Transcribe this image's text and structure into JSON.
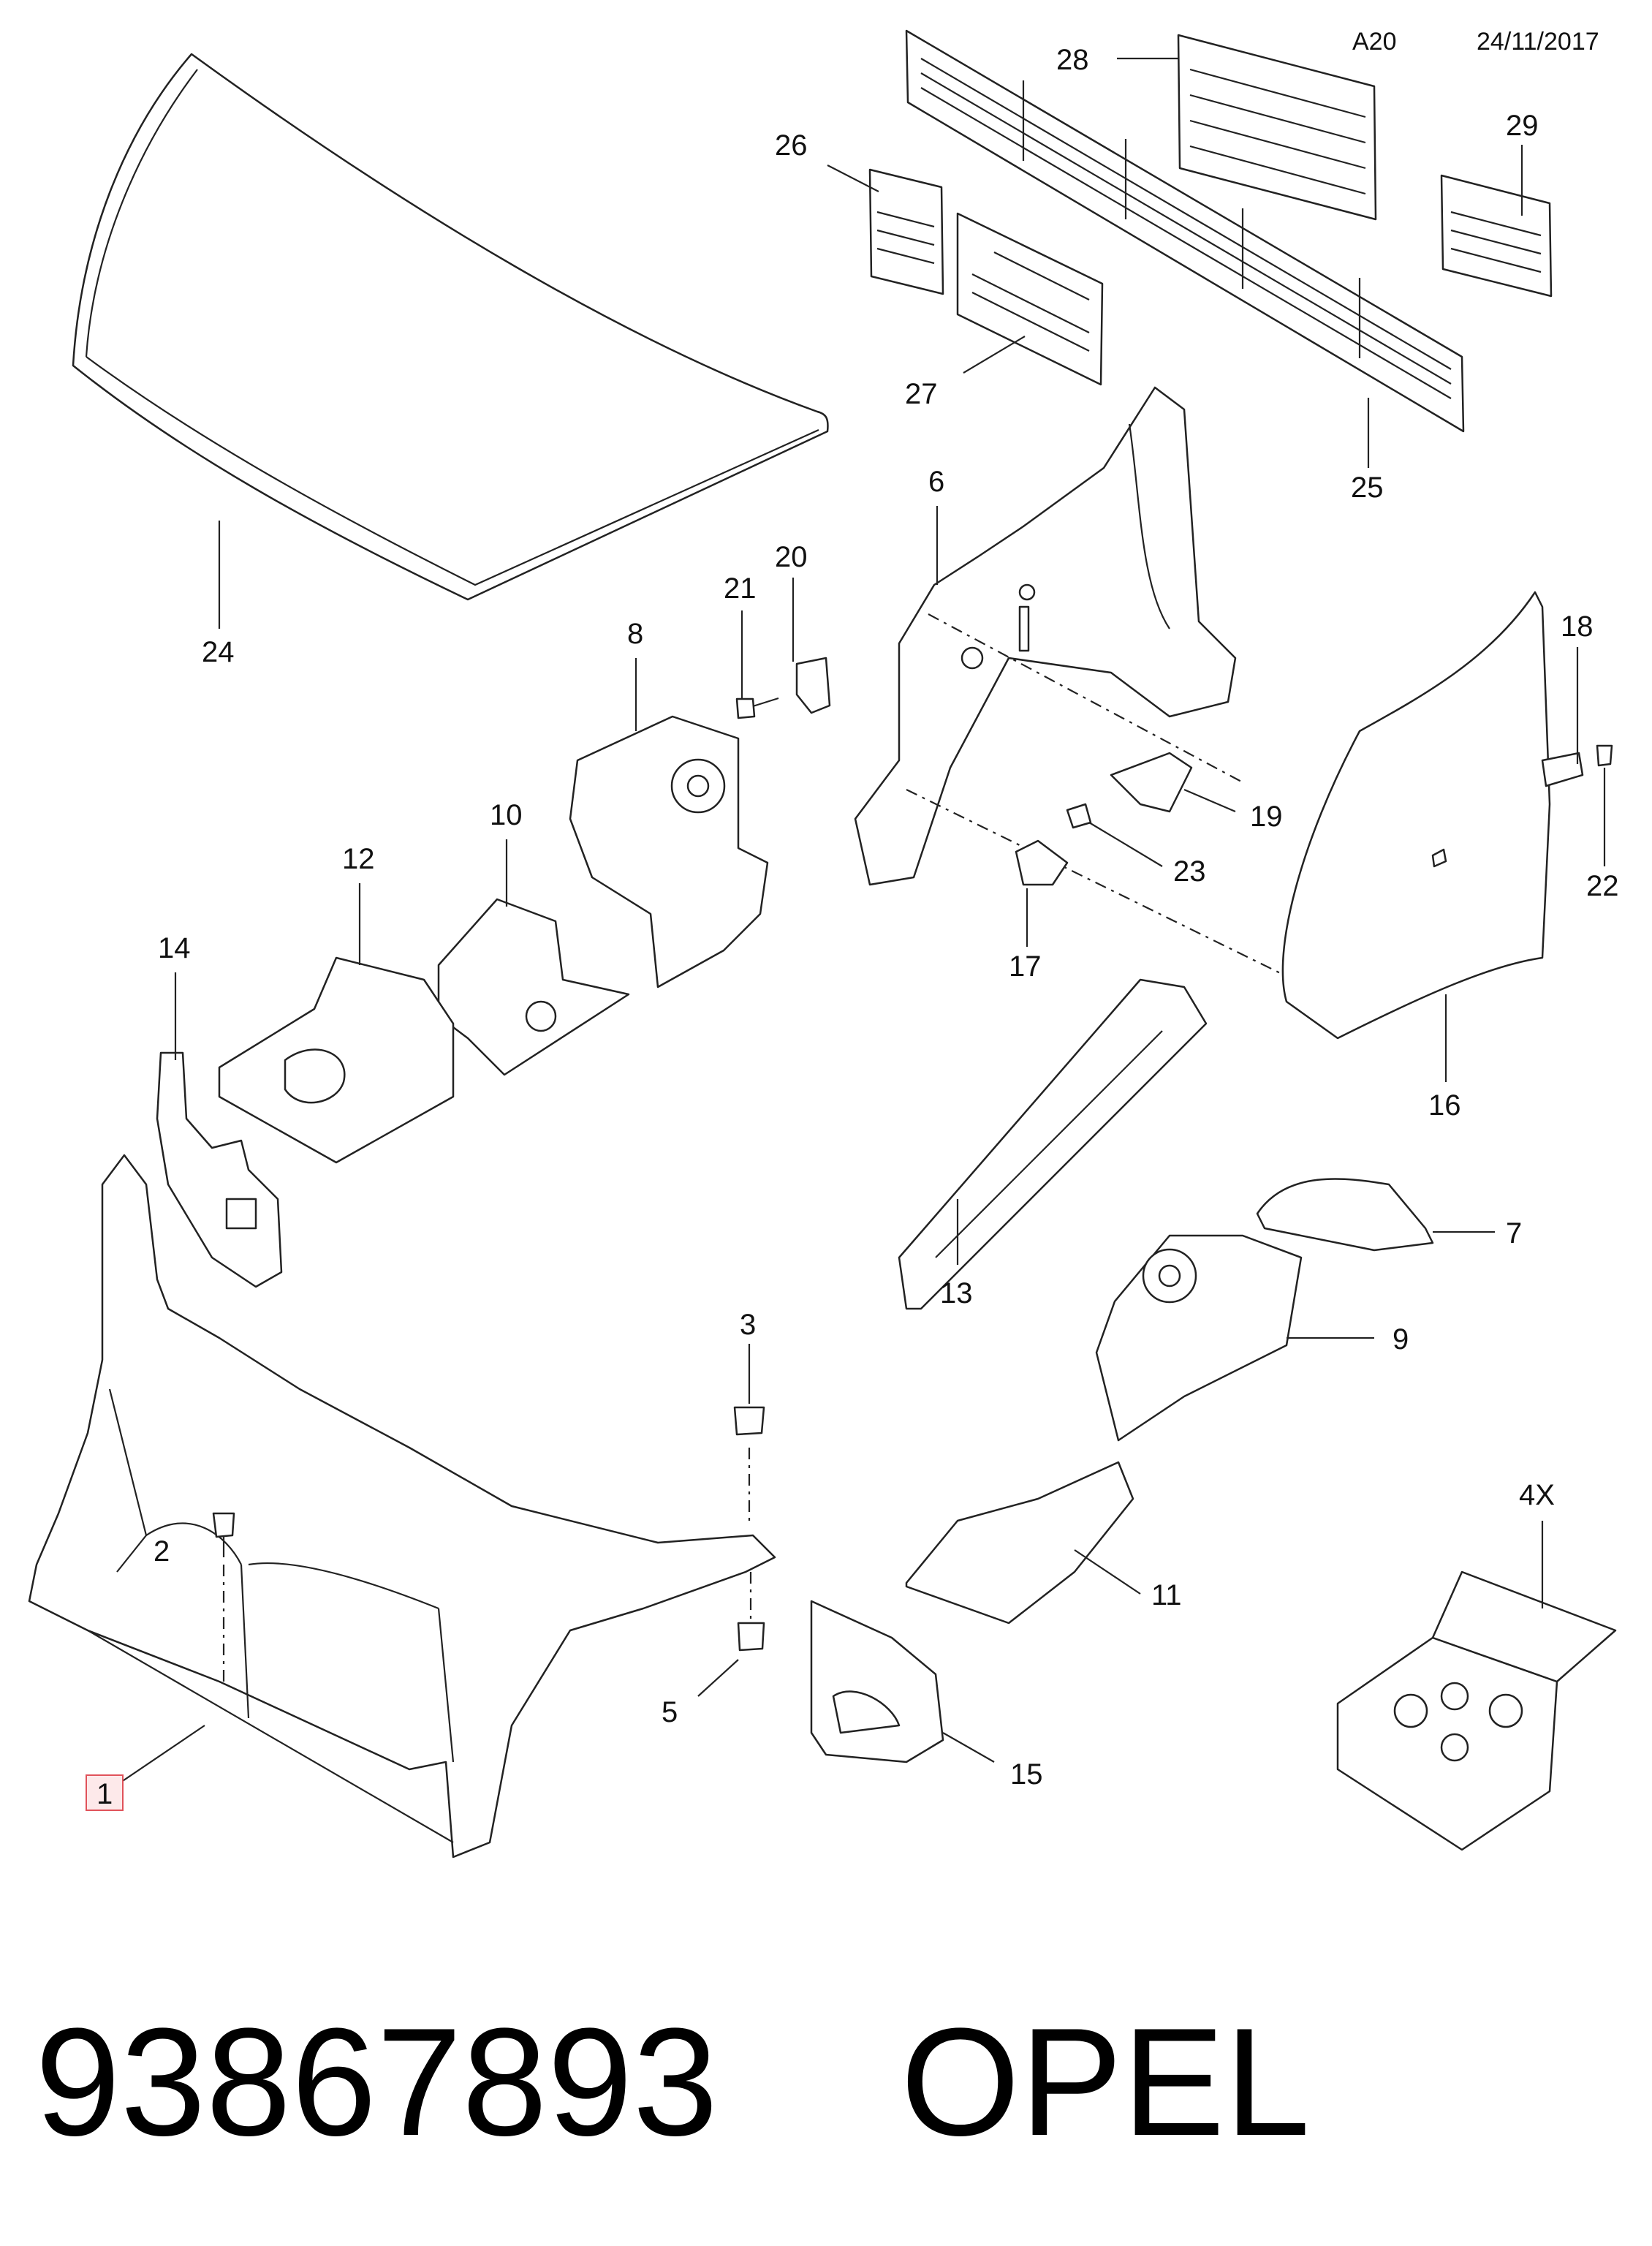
{
  "header": {
    "code": "A20",
    "date": "24/11/2017"
  },
  "callouts": {
    "c1": "1",
    "c2": "2",
    "c3": "3",
    "c5": "5",
    "c6": "6",
    "c7": "7",
    "c8": "8",
    "c9": "9",
    "c10": "10",
    "c11": "11",
    "c12": "12",
    "c13": "13",
    "c14": "14",
    "c15": "15",
    "c16": "16",
    "c17": "17",
    "c18": "18",
    "c19": "19",
    "c20": "20",
    "c21": "21",
    "c22": "22",
    "c23": "23",
    "c24": "24",
    "c25": "25",
    "c26": "26",
    "c27": "27",
    "c28": "28",
    "c29": "29",
    "c4x": "4X"
  },
  "footer": {
    "part_number": "93867893",
    "brand": "OPEL"
  },
  "colors": {
    "line": "#222222",
    "highlight_fill": "#fde9ea",
    "highlight_stroke": "#e0525a"
  }
}
